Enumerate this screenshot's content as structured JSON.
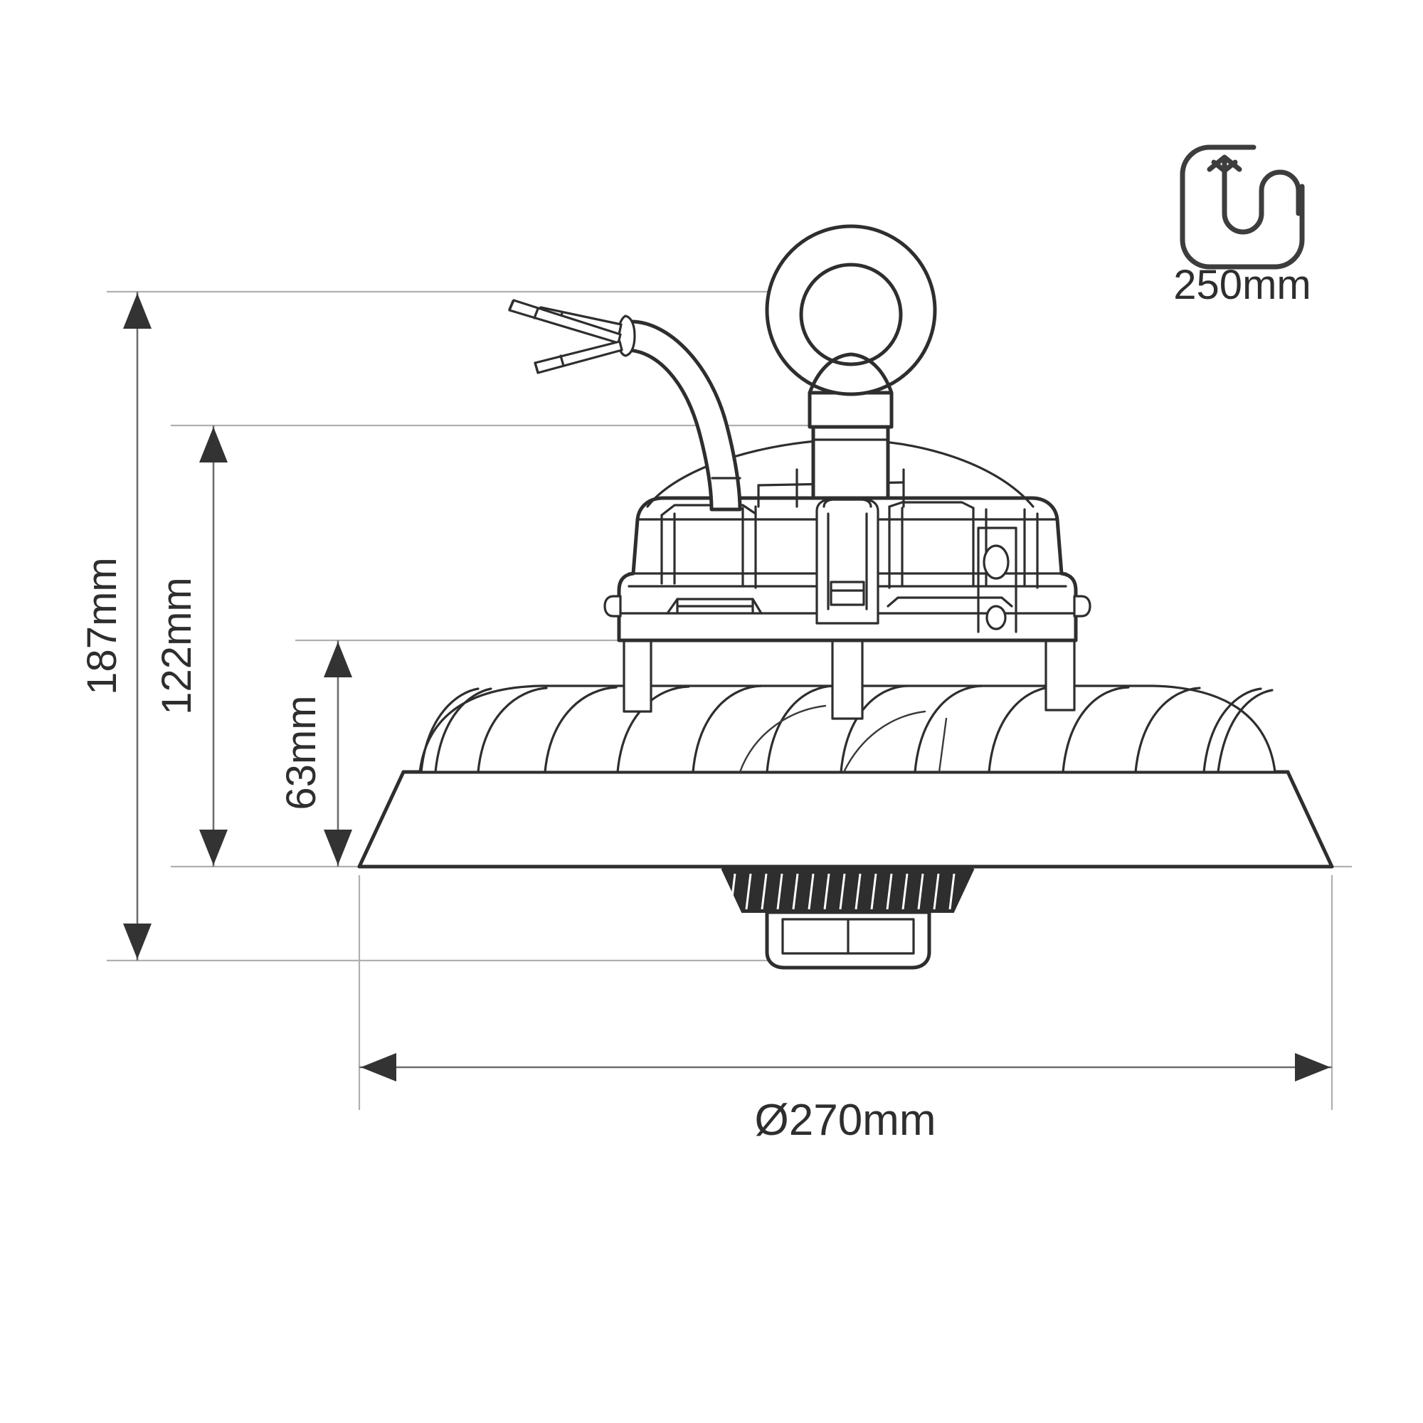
{
  "document": {
    "type": "technical-dimension-drawing",
    "subject": "UFO LED High Bay Luminaire",
    "background_color": "#ffffff",
    "line_color": "#2e2e2e",
    "dimension_line_color": "#6d6d6d",
    "extension_line_color": "#b0b0b0"
  },
  "badge": {
    "icon_name": "cable-length-icon",
    "label": "250mm"
  },
  "dimensions": {
    "total_height": {
      "label": "187mm",
      "orientation": "vertical",
      "name": "overall-height"
    },
    "body_height": {
      "label": "122mm",
      "orientation": "vertical",
      "name": "body-height"
    },
    "heatsink_height": {
      "label": "63mm",
      "orientation": "vertical",
      "name": "heatsink-height"
    },
    "diameter": {
      "label": "Ø270mm",
      "orientation": "horizontal",
      "name": "overall-diameter"
    }
  },
  "parts": {
    "eyelet": "mounting-eyelet-ring",
    "cable": "power-cable",
    "wires": "exposed-wire-leads",
    "driver_housing": "driver-housing",
    "heatsink": "finned-heatsink",
    "reflector": "reflector-rim",
    "sensor": "bottom-sensor-connector"
  }
}
